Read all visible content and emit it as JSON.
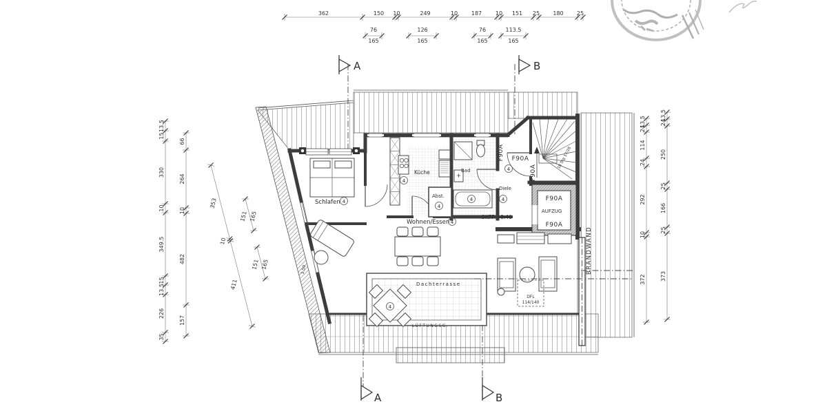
{
  "plan": {
    "rooms": {
      "bedroom": "Schlafen",
      "kitchen": "Küche",
      "bath": "Bad",
      "storage": "Abst.",
      "hall": "Diele",
      "living": "Wohnen/Essen",
      "terrace": "Dachterrasse"
    },
    "labels": {
      "elevator": "AUFZUG",
      "firewall": "BRANDWAND",
      "level": "OKFF +8.46",
      "fire_door": "F90A",
      "stair_note": "18 Stg 17/28",
      "roof_window_line1": "DFL",
      "roof_window_line2": "114/140",
      "vent": "LÜFTUNGSG.",
      "wall_note": "1.50",
      "unit": "4"
    },
    "sections": {
      "a": "A",
      "b": "B"
    }
  },
  "dimensions": {
    "top_main": [
      "362",
      "150",
      "10",
      "249",
      "10",
      "187",
      "10",
      "151",
      "25",
      "180",
      "25"
    ],
    "top_windows": [
      [
        "76",
        "165"
      ],
      [
        "126",
        "165"
      ],
      [
        "76",
        "165"
      ],
      [
        "113.5",
        "165"
      ]
    ],
    "left_outer": [
      "13.5",
      "15",
      "330",
      "10",
      "349.5",
      "15",
      "13.5",
      "226",
      "35"
    ],
    "left_inner": [
      "66",
      "264",
      "10",
      "482",
      "157"
    ],
    "right_inner": [
      "13.5",
      "24",
      "114",
      "24",
      "292",
      "10",
      "372"
    ],
    "right_outer": [
      "13.5",
      "24",
      "250",
      "25",
      "166",
      "25",
      "373"
    ],
    "diagonal_main": [
      "353",
      "10",
      "411"
    ],
    "diagonal_windows": [
      [
        "151",
        "165"
      ],
      [
        "151",
        "165"
      ]
    ]
  }
}
